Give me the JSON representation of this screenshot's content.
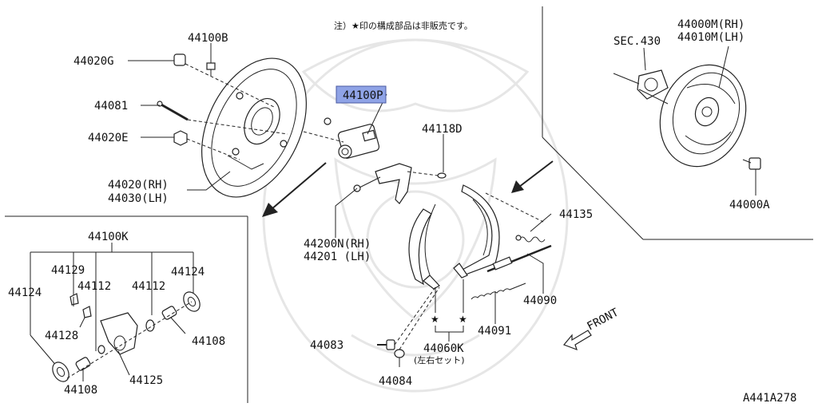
{
  "diagram": {
    "note": "注）★印の構成部品は非販売です。",
    "drawing_id": "A441A278",
    "front_label": "FRONT",
    "labels": {
      "p44100B": "44100B",
      "p44020G": "44020G",
      "p44081": "44081",
      "p44020E": "44020E",
      "p44020_rh": "44020(RH)",
      "p44030_lh": "44030(LH)",
      "p44100P": "44100P",
      "p44118D": "44118D",
      "p44200N_rh": "44200N(RH)",
      "p44201_lh": "44201 (LH)",
      "p44135": "44135",
      "p44090": "44090",
      "p44091": "44091",
      "p44083": "44083",
      "p44060K": "44060K",
      "p44060K_note": "(左右セット)",
      "p44084": "44084",
      "sec430": "SEC.430",
      "p44000M_rh": "44000M(RH)",
      "p44010M_lh": "44010M(LH)",
      "p44000A": "44000A",
      "p44100K": "44100K",
      "p44129": "44129",
      "p44124a": "44124",
      "p44112a": "44112",
      "p44112b": "44112",
      "p44124b": "44124",
      "p44128": "44128",
      "p44108a": "44108",
      "p44125": "44125",
      "p44108b": "44108"
    },
    "stars": "★",
    "highlight_color": "#8fa3e6"
  }
}
